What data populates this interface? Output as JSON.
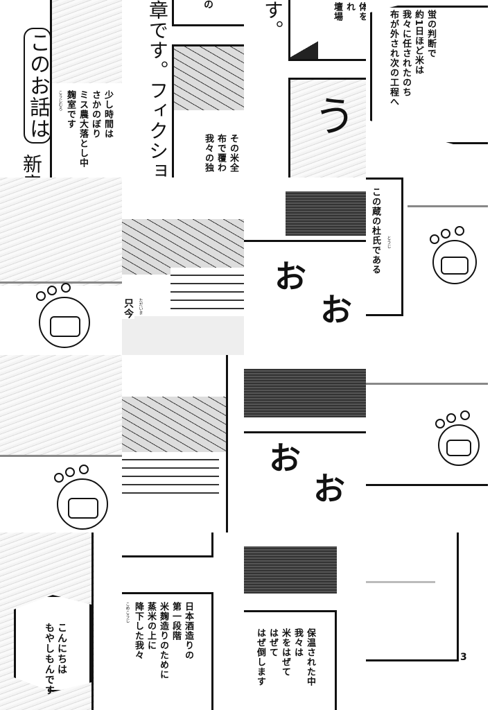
{
  "tiles": {
    "t00": {
      "boxed": "このお話は",
      "cut": "新章",
      "caption": "少し時間は\nさかのぼり\nミス農大落とし中\n麹室です",
      "ruby": "こうじむろ"
    },
    "t10": {
      "big": "章です。フィクションで",
      "caption": "その米全\n布で覆わ\n我々の独",
      "small": "の"
    },
    "t20": {
      "big": "す。",
      "caption": "体を\nれ\n壇場",
      "sfx": "う"
    },
    "t30": {
      "caption": "蛍の判断で\n約1日ほど米は\n我々に任されたのち\n布が外され次の工程へ"
    },
    "t11": {
      "caption": "只今",
      "ruby": "ただいま"
    },
    "t21": {
      "sfx1": "お",
      "sfx2": "お"
    },
    "t31": {
      "caption": "この蔵の杜氏である",
      "ruby": "とうじ"
    },
    "t22": {
      "sfx1": "お",
      "sfx2": "お"
    },
    "t03": {
      "caption": "こんにちは\nもやしもんです"
    },
    "t13": {
      "caption": "日本酒造りの\n第一段階\n米麹造りのために\n蒸米の上に\n降下した我々",
      "ruby": "こめこうじ"
    },
    "t23": {
      "caption": "保温された中\n我々は\n米をはぜて\nはぜて\nはぜ倒します"
    },
    "t33": {
      "page_number": "3"
    }
  }
}
